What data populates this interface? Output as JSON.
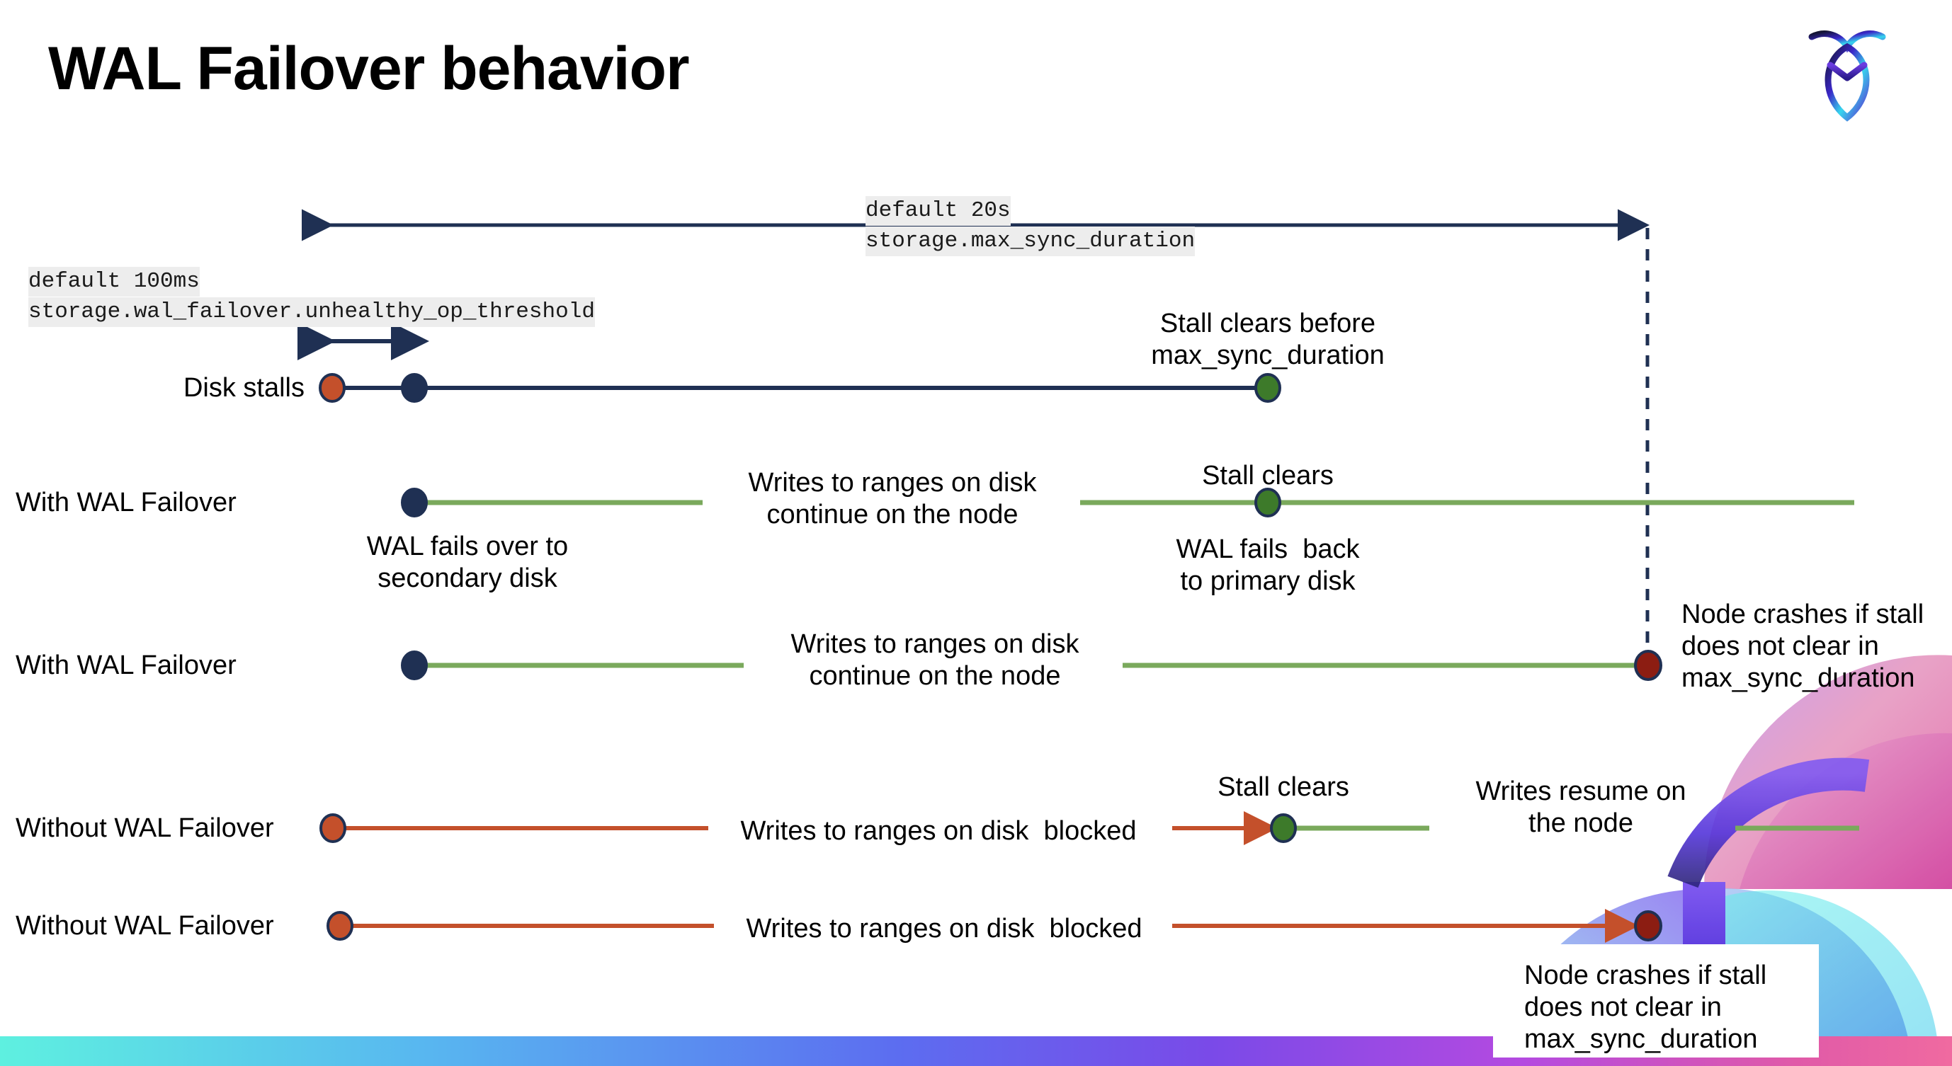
{
  "slide": {
    "title": "WAL Failover behavior",
    "logo_name": "cockroachdb-logo"
  },
  "colors": {
    "navy": "#1f3053",
    "green_line": "#7aa95c",
    "green_dot": "#3d7a2a",
    "orange": "#c4502b",
    "dark_red": "#8c1d12",
    "code_bg": "#ededed",
    "text": "#000000"
  },
  "annotations": {
    "max_sync": {
      "default": "default 20s",
      "setting": "storage.max_sync_duration"
    },
    "unhealthy_op": {
      "default": "default 100ms",
      "setting": "storage.wal_failover.unhealthy_op_threshold"
    }
  },
  "rows": [
    {
      "id": "disk-stalls",
      "label": "Disk stalls",
      "notes": [
        {
          "id": "stall-clears-before",
          "text": "Stall clears before\nmax_sync_duration"
        }
      ]
    },
    {
      "id": "with-wal-failover-1",
      "label": "With WAL Failover",
      "notes": [
        {
          "id": "writes-continue-1",
          "text": "Writes to ranges on disk\ncontinue on the node"
        },
        {
          "id": "stall-clears-1",
          "text": "Stall clears"
        },
        {
          "id": "wal-fails-over",
          "text": "WAL fails over to\nsecondary disk"
        },
        {
          "id": "wal-fails-back",
          "text": "WAL fails  back\nto primary disk"
        }
      ]
    },
    {
      "id": "with-wal-failover-2",
      "label": "With WAL Failover",
      "notes": [
        {
          "id": "writes-continue-2",
          "text": "Writes to ranges on disk\ncontinue on the node"
        },
        {
          "id": "node-crashes-1",
          "text": "Node crashes if stall\ndoes not clear in\nmax_sync_duration"
        }
      ]
    },
    {
      "id": "without-wal-failover-1",
      "label": "Without WAL Failover",
      "notes": [
        {
          "id": "writes-blocked-1",
          "text": "Writes to ranges on disk  blocked"
        },
        {
          "id": "stall-clears-2",
          "text": "Stall clears"
        },
        {
          "id": "writes-resume",
          "text": "Writes resume on\nthe node"
        }
      ]
    },
    {
      "id": "without-wal-failover-2",
      "label": "Without WAL Failover",
      "notes": [
        {
          "id": "writes-blocked-2",
          "text": "Writes to ranges on disk  blocked"
        },
        {
          "id": "node-crashes-2",
          "text": "Node crashes if stall\ndoes not clear in\nmax_sync_duration"
        }
      ]
    }
  ]
}
